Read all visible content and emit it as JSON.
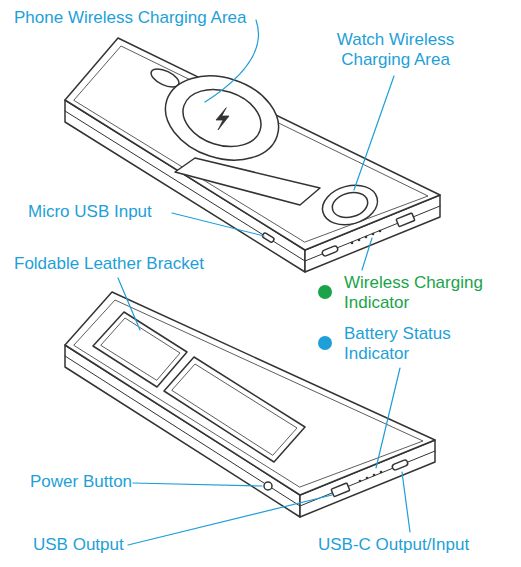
{
  "diagram": {
    "labels": [
      "Phone Wireless Charging Area",
      "Watch Wireless Charging Area",
      "Micro USB Input",
      "Foldable Leather Bracket",
      "Power Button",
      "USB Output",
      "USB-C Output/Input"
    ],
    "legend": [
      {
        "text": "Wireless Charging Indicator",
        "color": "#1aa34a"
      },
      {
        "text": "Battery Status Indicator",
        "color": "#1e9fd8"
      }
    ]
  }
}
